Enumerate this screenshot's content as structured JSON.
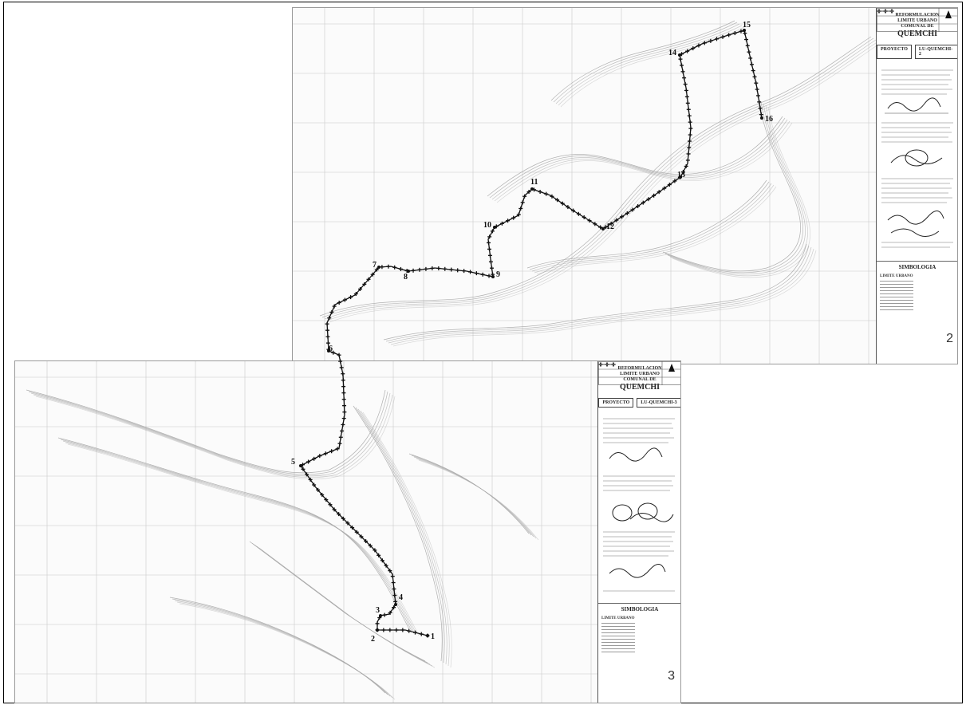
{
  "sheet2": {
    "title_lines": [
      "REFORMULACION",
      "LIMITE URBANO",
      "COMUNAL DE"
    ],
    "place": "QUEMCHI",
    "proyecto": "PROYECTO",
    "plan_code": "LU-QUEMCHI-2",
    "legend_title": "SIMBOLOGIA",
    "legend_items": [
      "LIMITE URBANO",
      "",
      "",
      "",
      "",
      "",
      "",
      "",
      "",
      "",
      ""
    ],
    "sheet_number": "2"
  },
  "sheet3": {
    "title_lines": [
      "REFORMULACION",
      "LIMITE URBANO",
      "COMUNAL DE"
    ],
    "place": "QUEMCHI",
    "proyecto": "PROYECTO",
    "plan_code": "LU-QUEMCHI-3",
    "legend_title": "SIMBOLOGIA",
    "legend_items": [
      "LIMITE URBANO",
      "",
      "",
      "",
      "",
      "",
      "",
      "",
      "",
      "",
      ""
    ],
    "sheet_number": "3"
  },
  "boundary_points": [
    {
      "label": "1"
    },
    {
      "label": "2"
    },
    {
      "label": "3"
    },
    {
      "label": "4"
    },
    {
      "label": "5"
    },
    {
      "label": "6"
    },
    {
      "label": "7"
    },
    {
      "label": "8"
    },
    {
      "label": "9"
    },
    {
      "label": "10"
    },
    {
      "label": "11"
    },
    {
      "label": "12"
    },
    {
      "label": "13"
    },
    {
      "label": "14"
    },
    {
      "label": "15"
    },
    {
      "label": "16"
    }
  ]
}
